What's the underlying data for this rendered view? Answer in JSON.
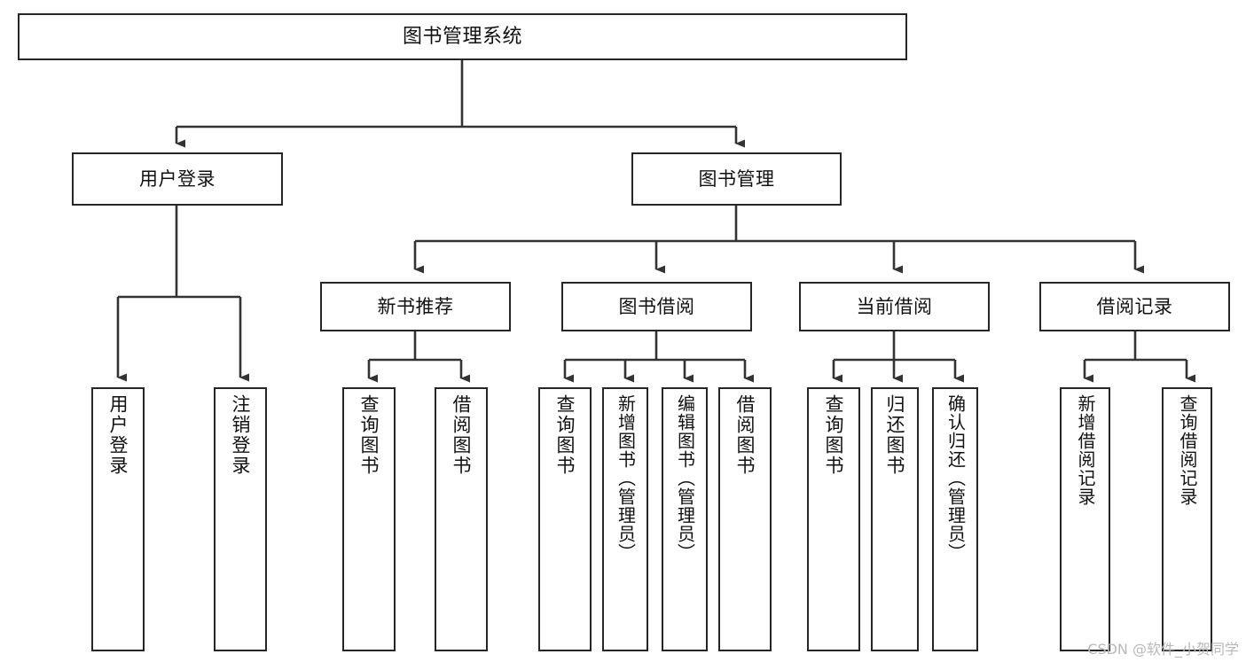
{
  "diagram": {
    "type": "tree",
    "title": "图书管理系统",
    "root": {
      "id": "root",
      "label": "图书管理系统"
    },
    "level1": [
      {
        "id": "user-login",
        "label": "用户登录"
      },
      {
        "id": "book-manage",
        "label": "图书管理"
      }
    ],
    "level2": [
      {
        "id": "new-book-recommend",
        "label": "新书推荐",
        "parent": "book-manage"
      },
      {
        "id": "book-borrow",
        "label": "图书借阅",
        "parent": "book-manage"
      },
      {
        "id": "current-borrow",
        "label": "当前借阅",
        "parent": "book-manage"
      },
      {
        "id": "borrow-record",
        "label": "借阅记录",
        "parent": "book-manage"
      }
    ],
    "leaves": [
      {
        "id": "leaf-user-login",
        "label": "用户登录",
        "parent": "user-login"
      },
      {
        "id": "leaf-logout",
        "label": "注销登录",
        "parent": "user-login"
      },
      {
        "id": "leaf-query-book-1",
        "label": "查询图书",
        "parent": "new-book-recommend"
      },
      {
        "id": "leaf-borrow-book-1",
        "label": "借阅图书",
        "parent": "new-book-recommend"
      },
      {
        "id": "leaf-query-book-2",
        "label": "查询图书",
        "parent": "book-borrow"
      },
      {
        "id": "leaf-add-book",
        "label": "新增图书（管理员）",
        "parent": "book-borrow"
      },
      {
        "id": "leaf-edit-book",
        "label": "编辑图书（管理员）",
        "parent": "book-borrow"
      },
      {
        "id": "leaf-borrow-book-2",
        "label": "借阅图书",
        "parent": "book-borrow"
      },
      {
        "id": "leaf-query-book-3",
        "label": "查询图书",
        "parent": "current-borrow"
      },
      {
        "id": "leaf-return-book",
        "label": "归还图书",
        "parent": "current-borrow"
      },
      {
        "id": "leaf-confirm-return",
        "label": "确认归还（管理员）",
        "parent": "current-borrow"
      },
      {
        "id": "leaf-add-record",
        "label": "新增借阅记录",
        "parent": "borrow-record"
      },
      {
        "id": "leaf-query-record",
        "label": "查询借阅记录",
        "parent": "borrow-record"
      }
    ],
    "colors": {
      "background": "#ffffff",
      "node_fill": "#ffffff",
      "node_border": "#262626",
      "edge": "#333333",
      "text": "#111111",
      "watermark": "#b8b8b8"
    }
  },
  "watermark": {
    "text": "CSDN @软件_小贺同学"
  }
}
